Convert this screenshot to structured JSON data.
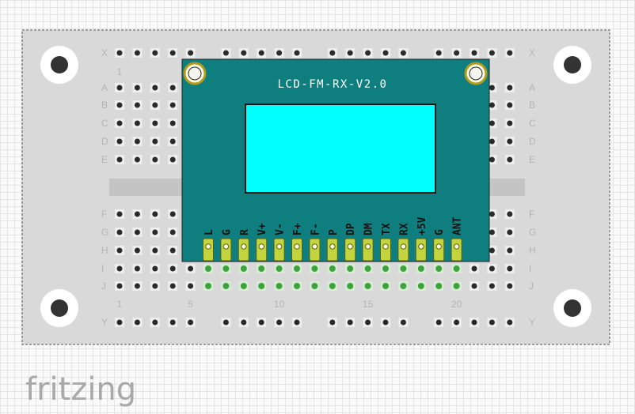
{
  "breadboard": {
    "rows_top": [
      "A",
      "B",
      "C",
      "D",
      "E"
    ],
    "rows_bottom": [
      "F",
      "G",
      "H",
      "I",
      "J"
    ],
    "power_rail_top": "X",
    "power_rail_bottom": "Y",
    "column_numbers": [
      "1",
      "5",
      "10",
      "15",
      "20"
    ]
  },
  "module": {
    "title": "LCD-FM-RX-V2.0",
    "pins": [
      "L",
      "G",
      "R",
      "V+",
      "V-",
      "F+",
      "F-",
      "P",
      "DP",
      "DM",
      "TX",
      "RX",
      "+5V",
      "G",
      "ANT"
    ],
    "colors": {
      "pcb": "#0e7f7e",
      "screen": "#00ffff",
      "pin": "#c4d43f",
      "connected_hole": "#3ca33c"
    }
  },
  "branding": {
    "logo": "fritzing"
  }
}
